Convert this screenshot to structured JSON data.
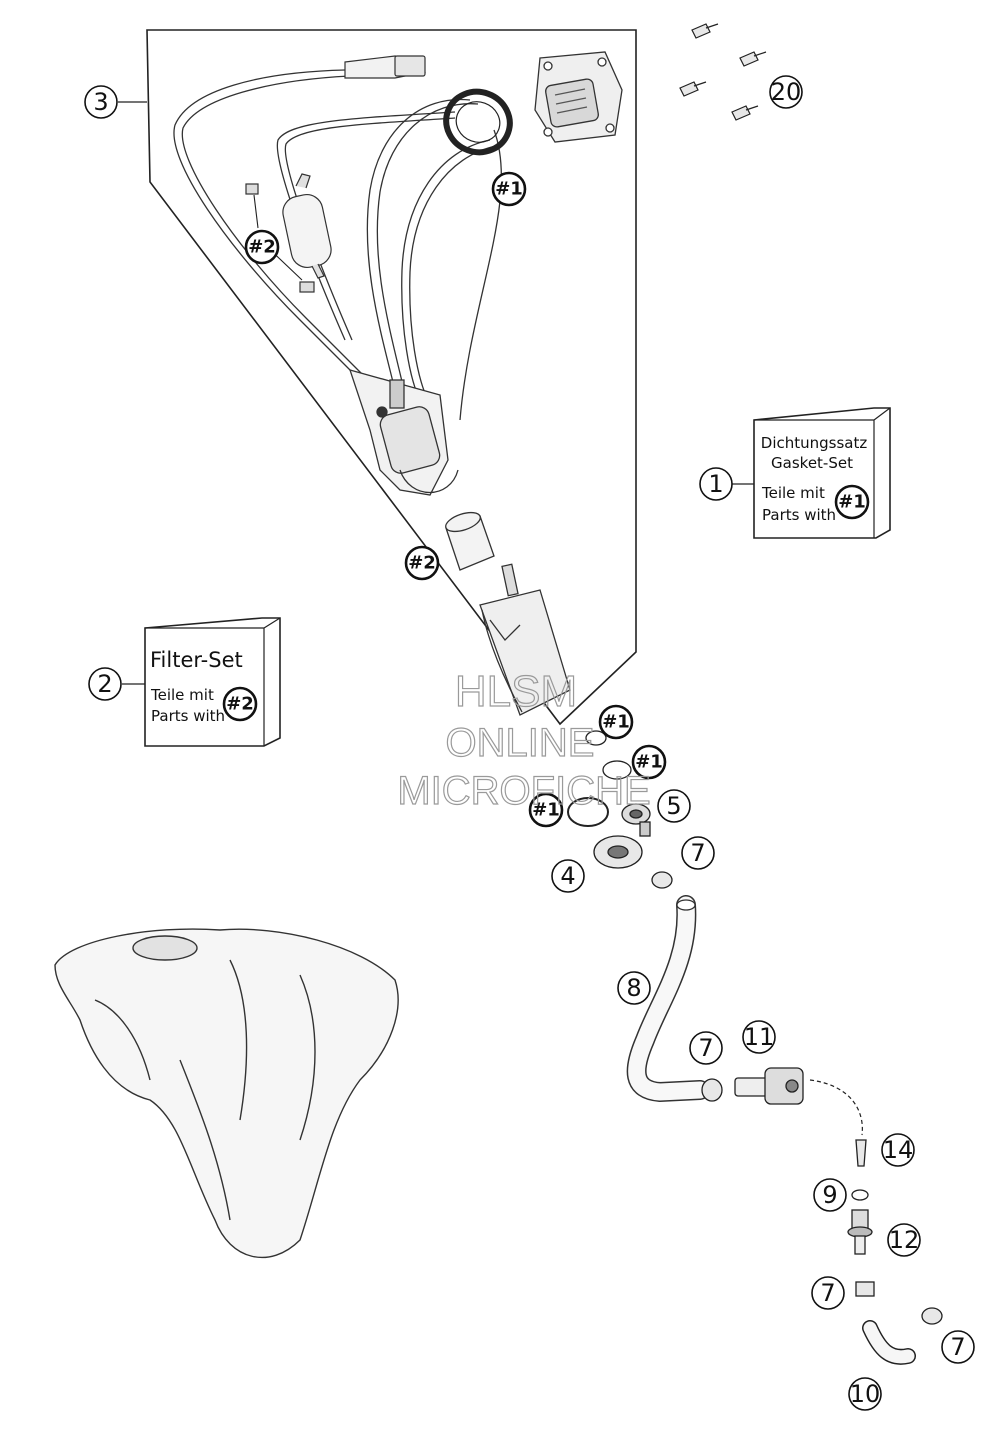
{
  "callouts": [
    {
      "id": "c3",
      "label": "3"
    },
    {
      "id": "c20",
      "label": "20"
    },
    {
      "id": "c1",
      "label": "1"
    },
    {
      "id": "c2",
      "label": "2"
    },
    {
      "id": "c4",
      "label": "4"
    },
    {
      "id": "c5",
      "label": "5"
    },
    {
      "id": "c7a",
      "label": "7"
    },
    {
      "id": "c8",
      "label": "8"
    },
    {
      "id": "c7b",
      "label": "7"
    },
    {
      "id": "c11",
      "label": "11"
    },
    {
      "id": "c14",
      "label": "14"
    },
    {
      "id": "c9",
      "label": "9"
    },
    {
      "id": "c12",
      "label": "12"
    },
    {
      "id": "c7c",
      "label": "7"
    },
    {
      "id": "c7d",
      "label": "7"
    },
    {
      "id": "c10",
      "label": "10"
    }
  ],
  "kit_markers": {
    "k1a": "#1",
    "k1b": "#1",
    "k1c": "#1",
    "k1d": "#1",
    "k1e": "#1",
    "k2a": "#2",
    "k2b": "#2",
    "k2c": "#2"
  },
  "gasket_box": {
    "line1": "Dichtungssatz",
    "line2": "Gasket-Set",
    "line3": "Teile mit",
    "line4": "Parts with"
  },
  "filter_box": {
    "title": "Filter-Set",
    "line1": "Teile mit",
    "line2": "Parts with"
  },
  "watermark": {
    "line1": "HLSM",
    "line2": "ONLINE",
    "line3": "MICROFICHE"
  }
}
